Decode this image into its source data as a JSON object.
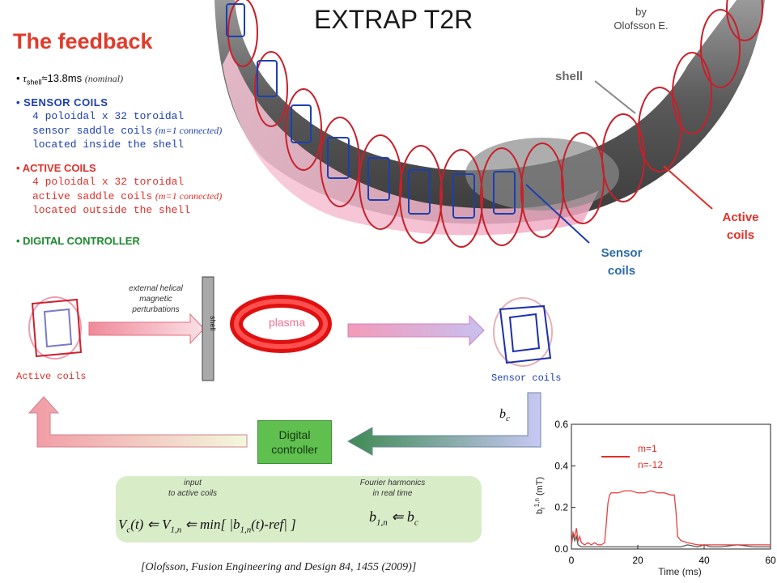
{
  "header": {
    "title": "EXTRAP T2R",
    "byline_1": "by",
    "byline_2": "Olofsson E.",
    "slide_title": "The feedback"
  },
  "bullets": {
    "tau_prefix": "τ",
    "tau_sub": "shell",
    "tau_value": "≈13.8ms",
    "tau_note": "(nominal)",
    "sensor_heading": "SENSOR COILS",
    "sensor_line1": "4 poloidal x 32 toroidal",
    "sensor_line2a": "sensor saddle coils",
    "sensor_line2b": "(m=1 connected)",
    "sensor_line3": "located inside the shell",
    "active_heading": "ACTIVE COILS",
    "active_line1": "4 poloidal x 32 toroidal",
    "active_line2a": "active saddle coils",
    "active_line2b": "(m=1 connected)",
    "active_line3": "located outside the shell",
    "controller_heading": "DIGITAL CONTROLLER"
  },
  "torus_labels": {
    "shell": "shell",
    "active_1": "Active",
    "active_2": "coils",
    "sensor_1": "Sensor",
    "sensor_2": "coils"
  },
  "loop": {
    "perturb_1": "external helical",
    "perturb_2": "magnetic",
    "perturb_3": "perturbations",
    "shell": "shell",
    "plasma": "plasma",
    "active_coils": "Active coils",
    "sensor_coils": "Sensor coils",
    "bc_b": "b",
    "bc_c": "c",
    "controller_1": "Digital",
    "controller_2": "controller"
  },
  "formula": {
    "input_1": "input",
    "input_2": "to active coils",
    "fourier_1": "Fourier harmonics",
    "fourier_2": "in real time",
    "left_eq": "V",
    "left_eq_sub": "c",
    "left_eq_rest": "(t) ⇐ V",
    "left_eq_sub2": "1,n",
    "left_eq_rest2": " ⇐ min[ |b",
    "left_eq_sub3": "1,n",
    "left_eq_rest3": "(t)-ref| ]",
    "right_b": "b",
    "right_sub": "1,n",
    "right_arrow": " ⇐ b",
    "right_sub2": "c"
  },
  "citation": "[Olofsson, Fusion Engineering and Design 84, 1455 (2009)]",
  "colors": {
    "accent_red": "#e0302a",
    "sensor_blue": "#1c3fb0",
    "controller_green": "#5fbf4f",
    "shell_gray": "#6e6e6e"
  },
  "chart_data": {
    "type": "line",
    "xlabel": "Time (ms)",
    "ylabel": "b_r^{1,n} (mT)",
    "ylabel_parts": {
      "b": "b",
      "sub": "r",
      "sup": "1,n",
      "unit": " (mT)"
    },
    "xlim": [
      0,
      60
    ],
    "ylim": [
      0,
      0.6
    ],
    "xticks": [
      "0",
      "20",
      "40",
      "60"
    ],
    "yticks": [
      "0.0",
      "0.2",
      "0.4",
      "0.6"
    ],
    "legend": {
      "line1": "m=1",
      "line2": "n=-12",
      "placement": "top-left"
    },
    "series": [
      {
        "name": "m=1 n=-12",
        "color": "#e84040",
        "x": [
          0,
          0.5,
          1,
          1.5,
          2,
          2.5,
          3,
          4,
          5,
          6,
          7,
          8,
          9,
          10,
          10.5,
          11,
          11.5,
          12,
          14,
          16,
          18,
          20,
          22,
          24,
          26,
          28,
          30,
          31,
          31.5,
          32,
          33,
          35,
          38,
          40,
          45,
          50,
          55,
          60
        ],
        "y": [
          0.03,
          0.08,
          0.06,
          0.1,
          0.04,
          0.06,
          0.03,
          0.02,
          0.03,
          0.02,
          0.03,
          0.02,
          0.02,
          0.03,
          0.12,
          0.22,
          0.26,
          0.27,
          0.27,
          0.28,
          0.28,
          0.27,
          0.27,
          0.28,
          0.27,
          0.27,
          0.26,
          0.26,
          0.18,
          0.06,
          0.04,
          0.03,
          0.02,
          0.02,
          0.02,
          0.02,
          0.02,
          0.02
        ]
      },
      {
        "name": "baseline",
        "color": "#555555",
        "x": [
          0,
          0.5,
          1,
          1.5,
          2,
          3,
          5,
          10,
          15,
          20,
          25,
          30,
          33,
          35,
          38,
          40,
          42,
          45,
          50,
          55,
          60
        ],
        "y": [
          0.02,
          0.07,
          0.04,
          0.06,
          0.02,
          0.01,
          0.01,
          0.01,
          0.01,
          0.01,
          0.01,
          0.01,
          0.01,
          0.02,
          0.01,
          0.02,
          0.01,
          0.01,
          0.02,
          0.01,
          0.01
        ]
      }
    ]
  }
}
